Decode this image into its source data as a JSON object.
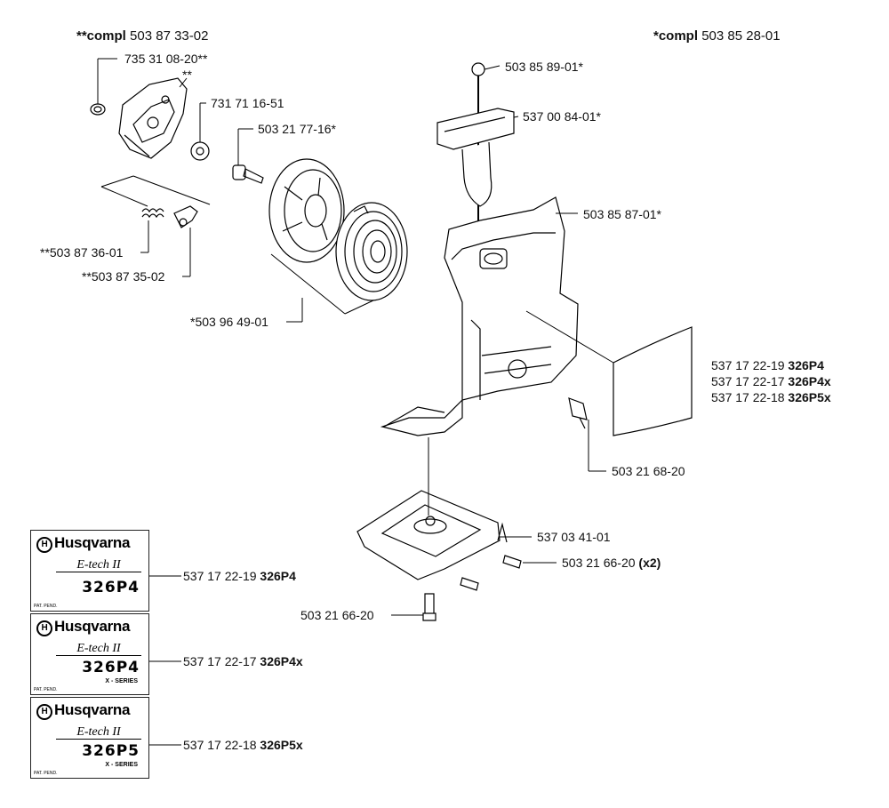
{
  "headers": {
    "left_prefix": "**compl",
    "left_number": "503 87 33-02",
    "right_prefix": "*compl",
    "right_number": "503 85 28-01"
  },
  "labels": {
    "p735310820": "735 31 08-20**",
    "p_dstar": "**",
    "p731711651": "731 71 16-51",
    "p503217716": "503 21 77-16*",
    "p503873601": "**503 87 36-01",
    "p503873502": "**503 87 35-02",
    "p503964901": "*503 96 49-01",
    "p503858901": "503 85 89-01*",
    "p537008401": "537 00 84-01*",
    "p503858701": "503 85 87-01*",
    "p537172219": {
      "num": "537 17 22-19",
      "model": "326P4"
    },
    "p537172217": {
      "num": "537 17 22-17",
      "model": "326P4x"
    },
    "p537172218": {
      "num": "537 17 22-18",
      "model": "326P5x"
    },
    "p503216820": "503 21 68-20",
    "p537034101": "537 03 41-01",
    "p503216620x2": {
      "num": "503 21 66-20",
      "qty": "(x2)"
    },
    "p503216620": "503 21 66-20"
  },
  "decals": [
    {
      "brand": "Husqvarna",
      "line": "E-tech II",
      "model": "326P4",
      "series": "",
      "pend": "PAT. PEND.",
      "part": "537 17 22-19",
      "part_model": "326P4"
    },
    {
      "brand": "Husqvarna",
      "line": "E-tech II",
      "model": "326P4",
      "series": "X - SERIES",
      "pend": "PAT. PEND.",
      "part": "537 17 22-17",
      "part_model": "326P4x"
    },
    {
      "brand": "Husqvarna",
      "line": "E-tech II",
      "model": "326P5",
      "series": "X - SERIES",
      "pend": "PAT. PEND.",
      "part": "537 17 22-18",
      "part_model": "326P5x"
    }
  ]
}
